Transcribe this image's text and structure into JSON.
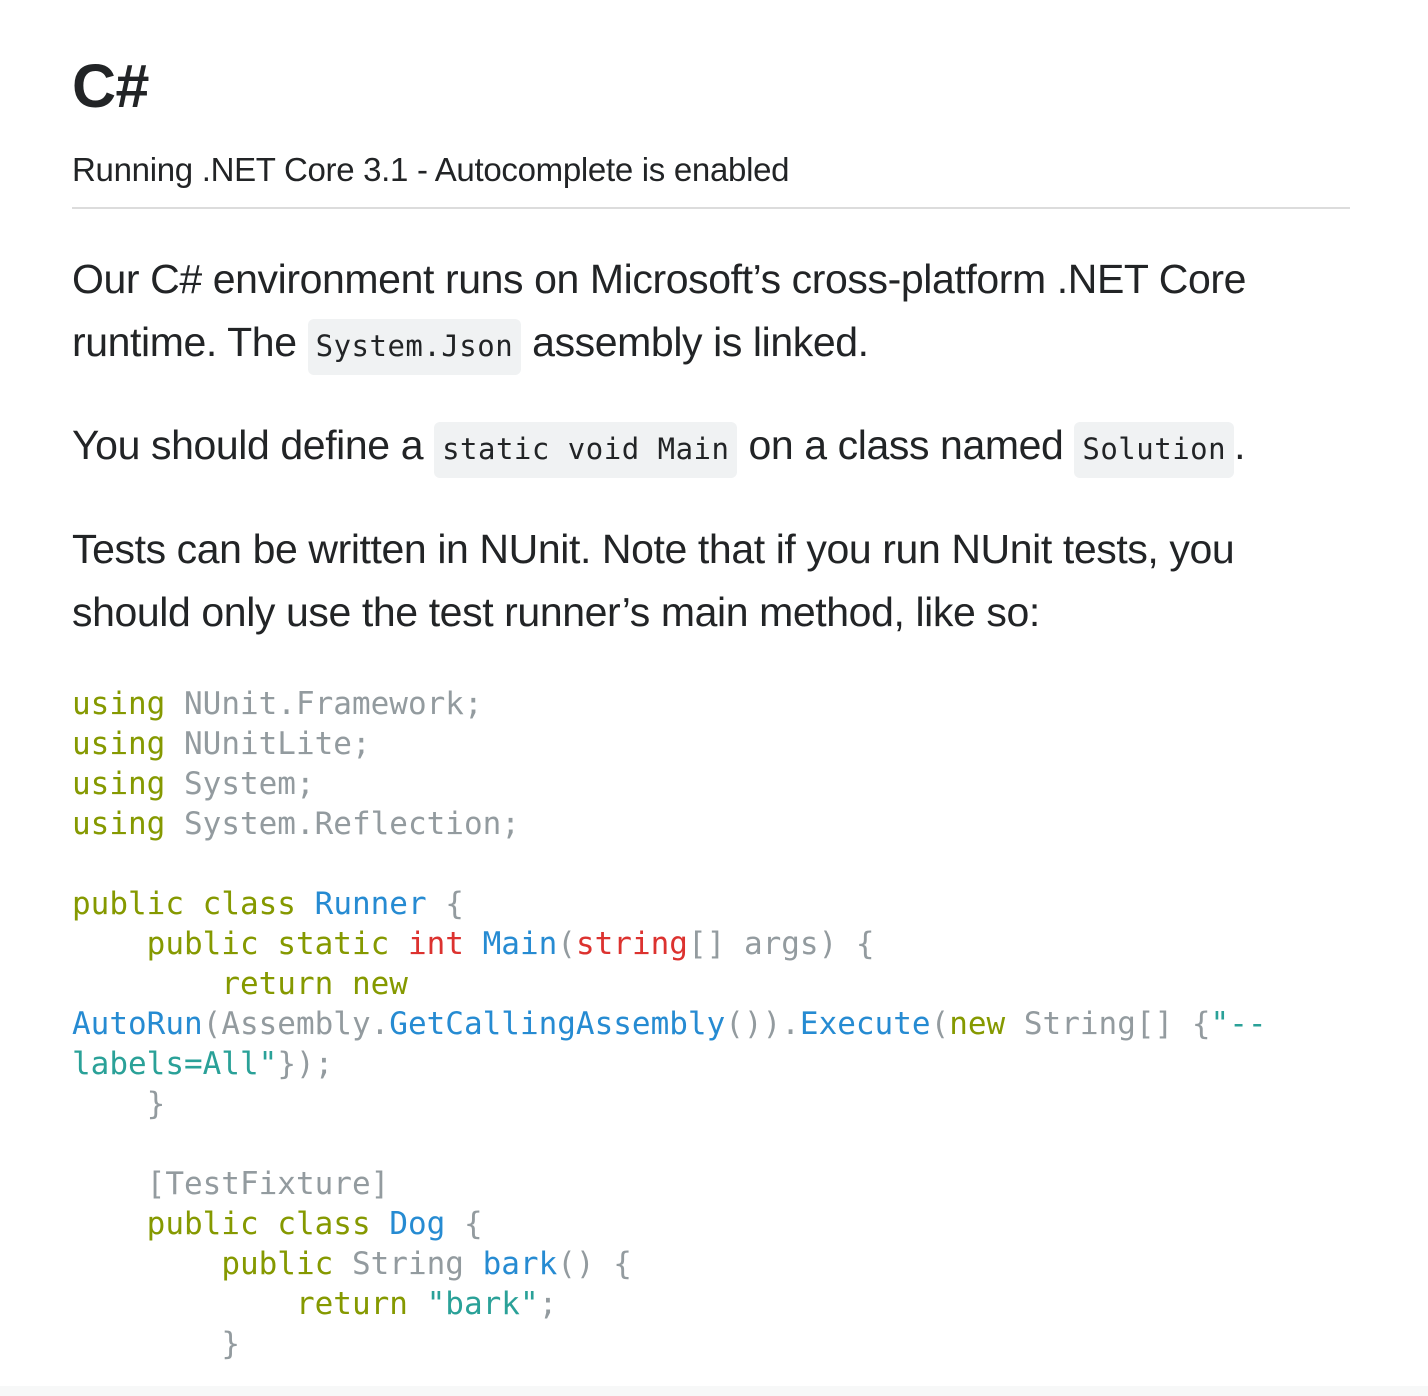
{
  "header": {
    "title": "C#",
    "subtitle": "Running .NET Core 3.1 - Autocomplete is enabled"
  },
  "paragraphs": {
    "p1_a": "Our C# environment runs on Microsoft’s cross-platform .NET Core runtime. The ",
    "p1_code": "System.Json",
    "p1_b": " assembly is linked.",
    "p2_a": "You should define a ",
    "p2_code1": "static void Main",
    "p2_b": " on a class named ",
    "p2_code2": "Solution",
    "p2_c": ".",
    "p3": "Tests can be written in NUnit. Note that if you run NUnit tests, you should only use the test runner’s main method, like so:"
  },
  "code": {
    "l1_kw": "using",
    "l1_rest": " NUnit.Framework;",
    "l2_kw": "using",
    "l2_rest": " NUnitLite;",
    "l3_kw": "using",
    "l3_rest": " System;",
    "l4_kw": "using",
    "l4_rest": " System.Reflection;",
    "l6_public": "public",
    "l6_class": "class",
    "l6_name": "Runner",
    "l6_brace": " {",
    "l7_public": "public",
    "l7_static": "static",
    "l7_int": "int",
    "l7_main": "Main",
    "l7_paren": "(",
    "l7_string": "string",
    "l7_rest": "[] args) {",
    "l8_return": "return",
    "l8_new": "new",
    "l9_autorun": "AutoRun",
    "l9_assembly": "(Assembly.",
    "l9_getcalling": "GetCallingAssembly",
    "l9_mid": "()).",
    "l9_execute": "Execute",
    "l9_paren": "(",
    "l9_new": "new",
    "l9_string": " String[] {",
    "l9_str": "\"--",
    "l10_str": "labels=All\"",
    "l10_end": "});",
    "l11_brace": "}",
    "l13_attr": "[TestFixture]",
    "l14_public": "public",
    "l14_class": "class",
    "l14_name": "Dog",
    "l14_brace": " {",
    "l15_public": "public",
    "l15_type": " String ",
    "l15_name": "bark",
    "l15_rest": "() {",
    "l16_return": "return",
    "l16_str": "\"bark\"",
    "l16_semi": ";",
    "l17_brace": "}"
  },
  "colors": {
    "keyword": "#859900",
    "type": "#268bd2",
    "builtin": "#dc322f",
    "string": "#2aa198",
    "plain": "#939b9f",
    "text": "#222426",
    "inline_code_bg": "#f0f2f3"
  }
}
